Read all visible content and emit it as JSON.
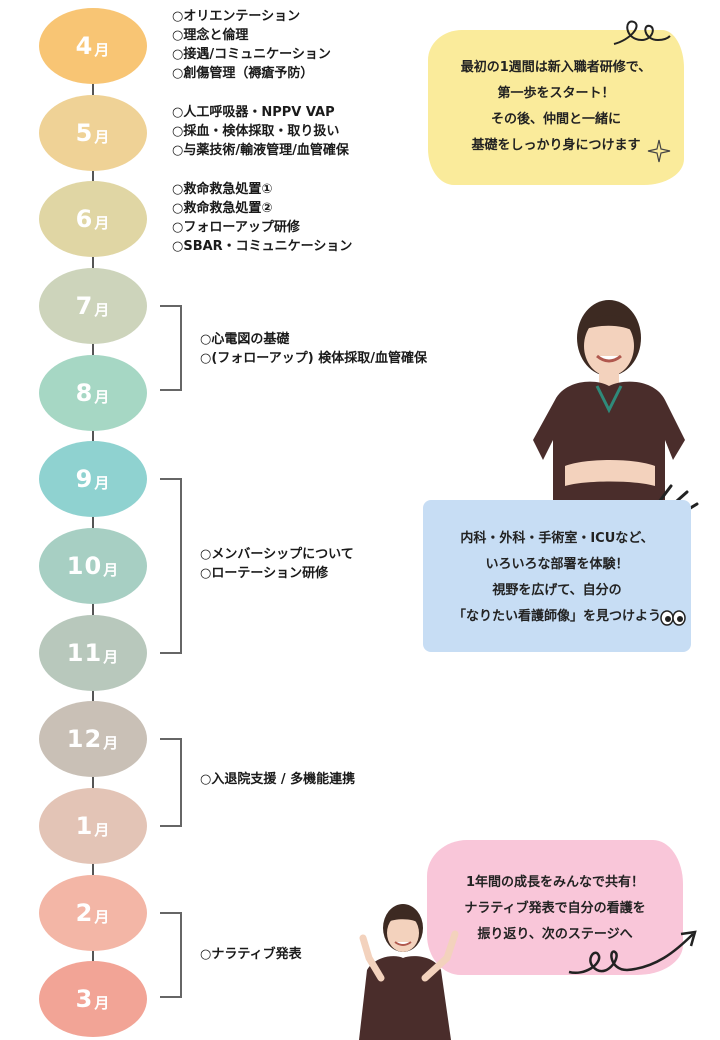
{
  "colors": {
    "apr": "#f8c574",
    "may": "#efd296",
    "jun": "#e0d6a4",
    "jul": "#cdd4bb",
    "aug": "#a6d7c4",
    "sep": "#8fd2d0",
    "oct": "#a7cfc3",
    "nov": "#b8c8bc",
    "dec": "#c9c0b6",
    "jan": "#e3c4b6",
    "feb": "#f3b6a6",
    "mar": "#f2a496"
  },
  "months": [
    {
      "num": "4",
      "unit": "月"
    },
    {
      "num": "5",
      "unit": "月"
    },
    {
      "num": "6",
      "unit": "月"
    },
    {
      "num": "7",
      "unit": "月"
    },
    {
      "num": "8",
      "unit": "月"
    },
    {
      "num": "9",
      "unit": "月"
    },
    {
      "num": "10",
      "unit": "月"
    },
    {
      "num": "11",
      "unit": "月"
    },
    {
      "num": "12",
      "unit": "月"
    },
    {
      "num": "1",
      "unit": "月"
    },
    {
      "num": "2",
      "unit": "月"
    },
    {
      "num": "3",
      "unit": "月"
    }
  ],
  "april": [
    "○オリエンテーション",
    "○理念と倫理",
    "○接遇/コミュニケーション",
    "○創傷管理（褥瘡予防）"
  ],
  "may": [
    "○人工呼吸器・NPPV VAP",
    "○採血・検体採取・取り扱い",
    "○与薬技術/輸液管理/血管確保"
  ],
  "june": [
    "○救命救急処置①",
    "○救命救急処置②",
    "○フォローアップ研修",
    "○SBAR・コミュニケーション"
  ],
  "jul_aug": [
    "○心電図の基礎",
    "○(フォローアップ) 検体採取/血管確保"
  ],
  "sep_nov": [
    "○メンバーシップについて",
    "○ローテーション研修"
  ],
  "dec_jan": [
    "○入退院支援 / 多機能連携"
  ],
  "feb_mar": [
    "○ナラティブ発表"
  ],
  "bubble1": [
    "最初の1週間は新入職者研修で、",
    "第一歩をスタート！",
    "その後、仲間と一緒に",
    "基礎をしっかり身につけます"
  ],
  "bubble2": [
    "内科・外科・手術室・ICUなど、",
    "いろいろな部署を体験！",
    "視野を広げて、自分の",
    "「なりたい看護師像」を見つけよう"
  ],
  "bubble3": [
    "1年間の成長をみんなで共有！",
    "ナラティブ発表で自分の看護を",
    "振り返り、次のステージへ"
  ]
}
